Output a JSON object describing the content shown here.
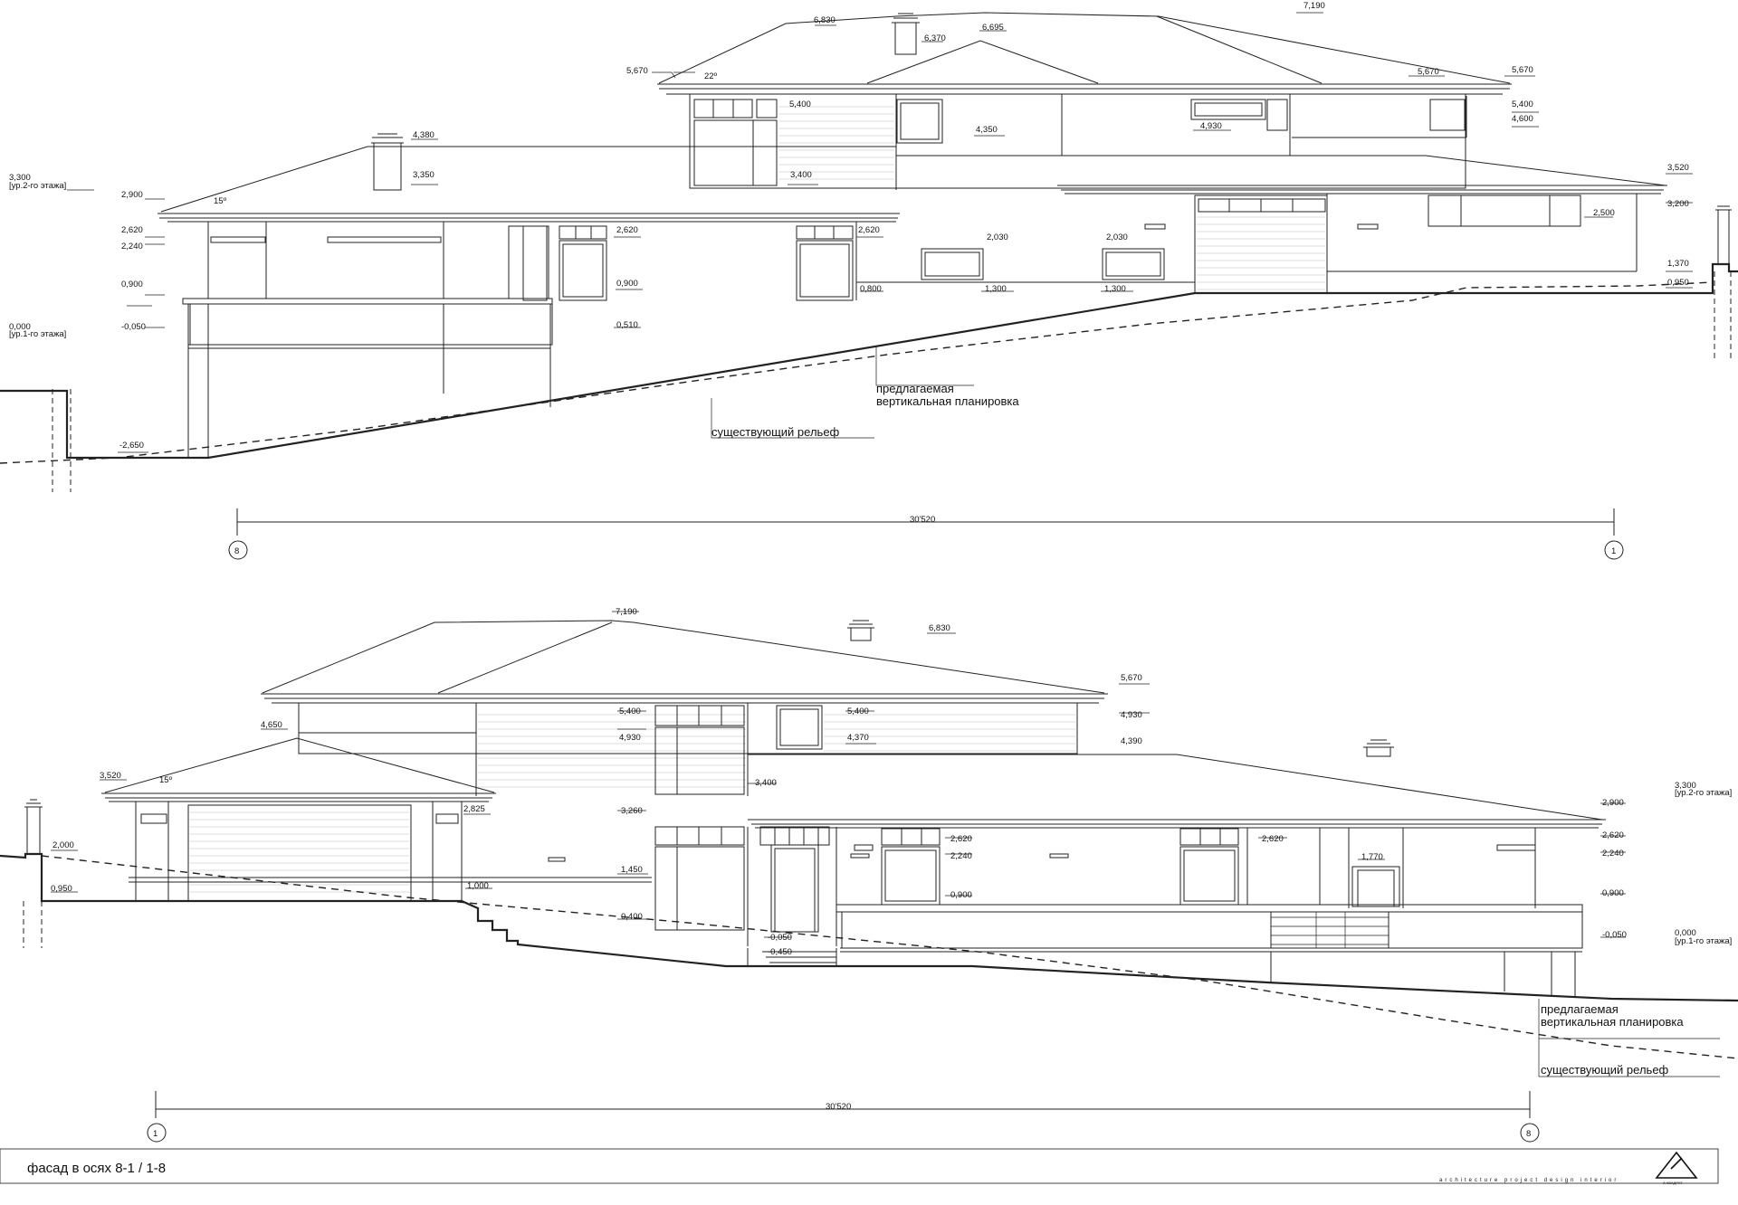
{
  "title_block": {
    "sheet_title": "фасад в осях 8-1 / 1-8",
    "tagline": "architecture project design interior",
    "logo_name": "А-КВАДРАТ",
    "logo_icon": "triangle-logo-icon"
  },
  "elevation_top": {
    "dimension": "30'520",
    "axis_left": "8",
    "axis_right": "1",
    "note_proposed": [
      "предлагаемая",
      "вертикальная планировка"
    ],
    "note_existing": "существующий рельеф",
    "angle_roof_upper": "22º",
    "angle_roof_lower": "15º",
    "floor2_level": "3,300",
    "floor2_label": "[ур.2-го этажа]",
    "floor1_level": "0,000",
    "floor1_label": "[ур.1-го этажа]",
    "levels": [
      "6,830",
      "6,370",
      "6,695",
      "7,190",
      "5,670",
      "5,670",
      "5,670",
      "5,400",
      "5,400",
      "4,600",
      "4,930",
      "4,350",
      "4,380",
      "3,350",
      "3,400",
      "3,520",
      "3,200",
      "2,900",
      "2,620",
      "2,240",
      "2,620",
      "2,620",
      "2,030",
      "2,030",
      "2,500",
      "0,900",
      "0,900",
      "0,800",
      "1,300",
      "1,300",
      "1,370",
      "0,950",
      "-0,050",
      "0,510",
      "-2,650"
    ]
  },
  "elevation_bottom": {
    "dimension": "30'520",
    "axis_left": "1",
    "axis_right": "8",
    "note_proposed": [
      "предлагаемая",
      "вертикальная планировка"
    ],
    "note_existing": "существующий рельеф",
    "angle_roof": "15º",
    "floor2_level": "3,300",
    "floor2_label": "[ур.2-го этажа]",
    "floor1_level": "0,000",
    "floor1_label": "[ур.1-го этажа]",
    "levels": [
      "7,190",
      "6,830",
      "5,670",
      "5,400",
      "5,400",
      "4,930",
      "4,930",
      "4,370",
      "4,390",
      "4,650",
      "3,520",
      "2,825",
      "3,260",
      "3,400",
      "2,620",
      "2,620",
      "2,240",
      "1,770",
      "2,900",
      "2,620",
      "2,240",
      "2,000",
      "0,950",
      "1,450",
      "1,000",
      "0,400",
      "-0,050",
      "-0,450",
      "0,900",
      "0,900",
      "-0,050"
    ]
  }
}
